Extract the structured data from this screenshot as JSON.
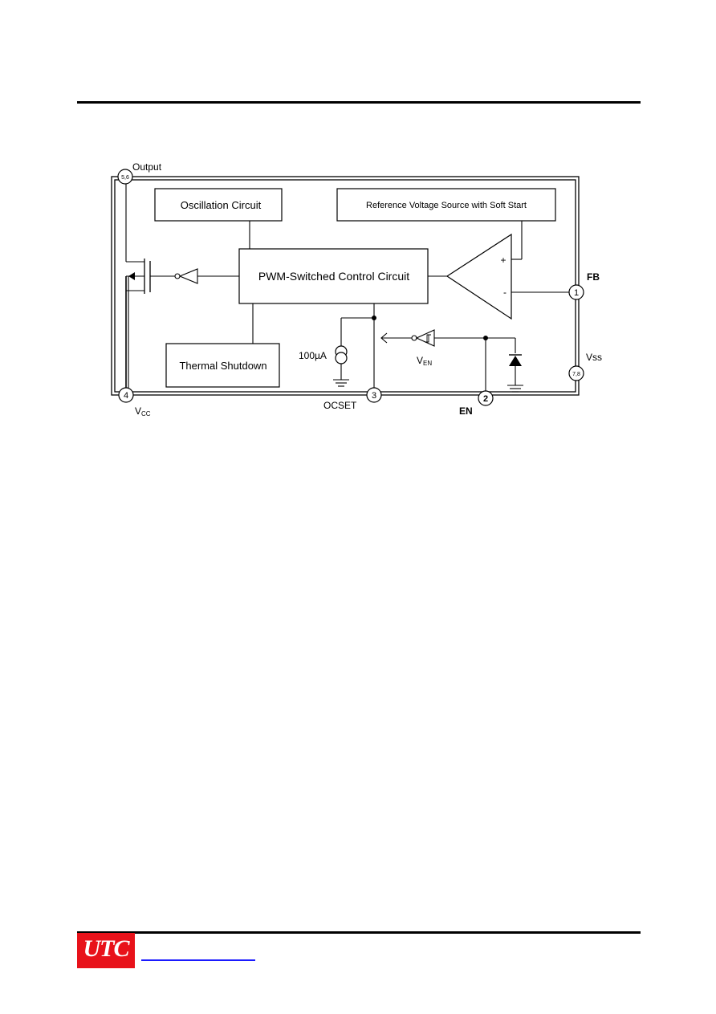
{
  "diagram": {
    "blocks": {
      "oscillation": "Oscillation Circuit",
      "reference": "Reference Voltage Source with Soft Start",
      "pwm": "PWM-Switched  Control Circuit",
      "thermal": "Thermal Shutdown"
    },
    "amp": {
      "plus": "+",
      "minus": "-"
    },
    "current_source": "100µA",
    "ven": {
      "main": "V",
      "sub": "EN"
    },
    "pins": {
      "output": {
        "label": "Output",
        "number": "5,6"
      },
      "vcc": {
        "label": "V",
        "sub": "CC",
        "number": "4"
      },
      "ocset": {
        "label": "OCSET",
        "number": "3"
      },
      "en": {
        "label": "EN",
        "number": "2"
      },
      "fb": {
        "label": "FB",
        "number": "1"
      },
      "vss": {
        "label": "Vss",
        "number": "7,8"
      }
    }
  },
  "footer": {
    "logo": "UTC"
  }
}
